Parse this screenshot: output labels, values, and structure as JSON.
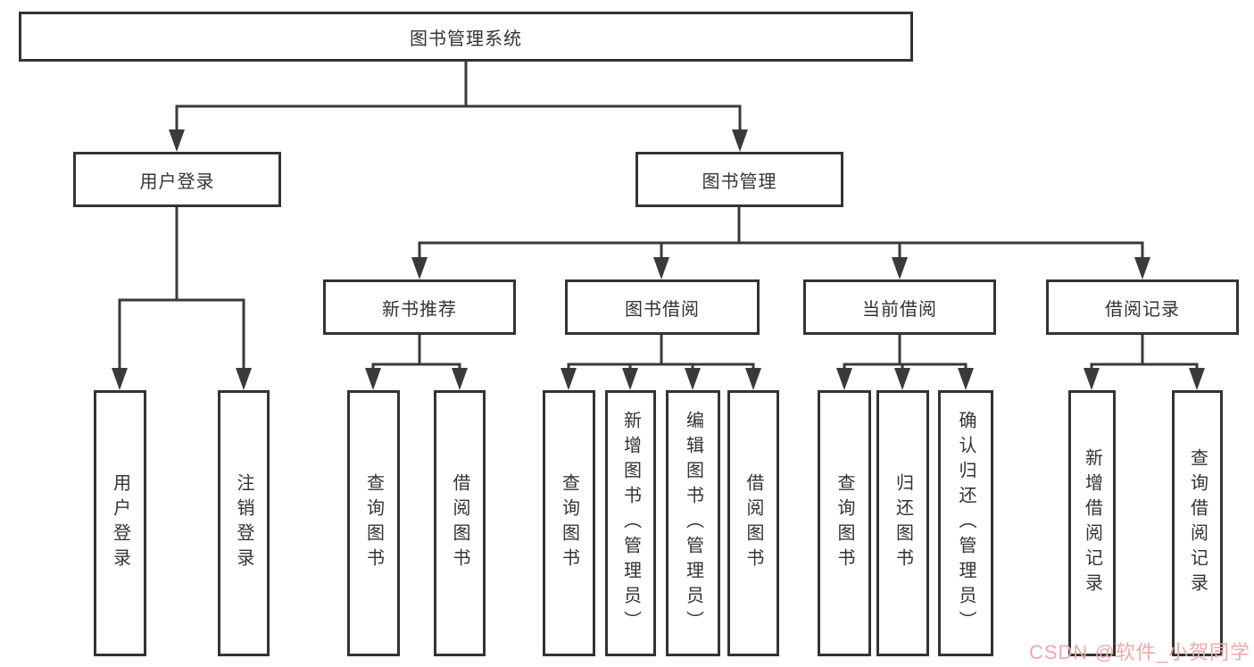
{
  "root": {
    "label": "图书管理系统"
  },
  "level2": [
    {
      "label": "用户登录"
    },
    {
      "label": "图书管理"
    }
  ],
  "level3": [
    {
      "label": "新书推荐",
      "parent": "图书管理"
    },
    {
      "label": "图书借阅",
      "parent": "图书管理"
    },
    {
      "label": "当前借阅",
      "parent": "图书管理"
    },
    {
      "label": "借阅记录",
      "parent": "图书管理"
    }
  ],
  "leaves": [
    {
      "label": "用户登录",
      "parent": "用户登录"
    },
    {
      "label": "注销登录",
      "parent": "用户登录"
    },
    {
      "label": "查询图书",
      "parent": "新书推荐"
    },
    {
      "label": "借阅图书",
      "parent": "新书推荐"
    },
    {
      "label": "查询图书",
      "parent": "图书借阅"
    },
    {
      "label": "新增图书（管理员）",
      "parent": "图书借阅"
    },
    {
      "label": "编辑图书（管理员）",
      "parent": "图书借阅"
    },
    {
      "label": "借阅图书",
      "parent": "图书借阅"
    },
    {
      "label": "查询图书",
      "parent": "当前借阅"
    },
    {
      "label": "归还图书",
      "parent": "当前借阅"
    },
    {
      "label": "确认归还（管理员）",
      "parent": "当前借阅"
    },
    {
      "label": "新增借阅记录",
      "parent": "借阅记录"
    },
    {
      "label": "查询借阅记录",
      "parent": "借阅记录"
    }
  ],
  "watermark": {
    "text": "CSDN @软件_小贺同学",
    "color": "#eda9a9"
  },
  "colors": {
    "line": "#3a3a3a",
    "box_border": "#333333",
    "text": "#333333",
    "background": "#ffffff"
  }
}
